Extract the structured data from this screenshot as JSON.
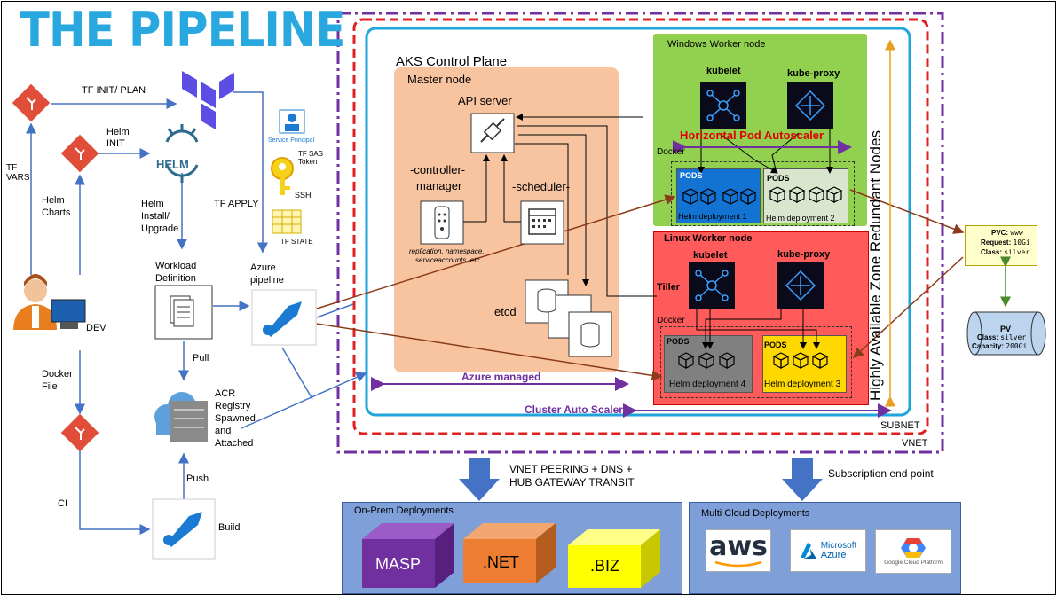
{
  "title": "THE PIPELINE",
  "left": {
    "tf_init_plan": "TF INIT/ PLAN",
    "helm_init": [
      "Helm",
      "INIT"
    ],
    "tf_vars": [
      "TF",
      "VARS"
    ],
    "helm_charts": [
      "Helm",
      "Charts"
    ],
    "helm_install": [
      "Helm",
      "Install/",
      "Upgrade"
    ],
    "tf_apply": "TF APPLY",
    "service_principal": "Service Principal",
    "tf_sas_token": [
      "TF SAS",
      "Token"
    ],
    "ssh": "SSH",
    "tf_state": "TF STATE",
    "workload_definition": [
      "Workload",
      "Definition"
    ],
    "azure_pipeline": [
      "Azure",
      "pipeline"
    ],
    "dev": "DEV",
    "pull": "Pull",
    "acr": [
      "ACR",
      "Registry",
      "Spawned",
      "and",
      "Attached"
    ],
    "docker_file": [
      "Docker",
      "File"
    ],
    "push": "Push",
    "ci": "CI",
    "build": "Build",
    "helm_logo": "HELM"
  },
  "aks": {
    "control_plane": "AKS Control Plane",
    "master_node": "Master node",
    "api_server": "API server",
    "controller_manager": [
      "-controller-",
      "manager"
    ],
    "scheduler": "-scheduler-",
    "etcd": "etcd",
    "etcd_note": [
      "replication, namespace,",
      "serviceaccounts, etc."
    ],
    "azure_managed": "Azure managed",
    "cluster_auto_scaler": "Cluster Auto Scaler",
    "subnet": "SUBNET",
    "vnet": "VNET",
    "ha_zone": "Highly  Available  Zone  Redundant Nodes"
  },
  "windows_node": {
    "title": "Windows Worker node",
    "kubelet": "kubelet",
    "kube_proxy": "kube-proxy",
    "hpa": "Horizontal Pod Autoscaler",
    "docker": "Docker",
    "pods_1": "PODS",
    "pods_2": "PODS",
    "deploy_1": "Helm deployment 1",
    "deploy_2": "Helm deployment 2"
  },
  "linux_node": {
    "title": "Linux Worker node",
    "kubelet": "kubelet",
    "kube_proxy": "kube-proxy",
    "tiller": "Tiller",
    "docker": "Docker",
    "pods_4": "PODS",
    "pods_3": "PODS",
    "deploy_4": "Helm deployment 4",
    "deploy_3": "Helm deployment 3"
  },
  "storage": {
    "pvc_label": "PVC:",
    "pvc_name": "www",
    "request_label": "Request:",
    "request_value": "10Gi",
    "class_label": "Class:",
    "class_value": "silver",
    "pv_label": "PV",
    "pv_class_label": "Class:",
    "pv_class_value": "silver",
    "capacity_label": "Capacity:",
    "capacity_value": "200Gi"
  },
  "bottom": {
    "vnet_peering": [
      "VNET PEERING +  DNS  +",
      "HUB GATEWAY TRANSIT"
    ],
    "subscription": "Subscription end point",
    "onprem_title": "On-Prem  Deployments",
    "multicloud_title": "Multi Cloud  Deployments",
    "masp": "MASP",
    "net": ".NET",
    "biz": ".BIZ",
    "aws": "aws",
    "azure": [
      "Microsoft",
      "Azure"
    ],
    "gcp": "Google Cloud Platform"
  },
  "colors": {
    "title_blue": "#29a8e0",
    "master_orange": "#f8c4a0",
    "windows_green": "#92d050",
    "linux_red": "#ff5b5b",
    "aks_border": "#1fa4dc",
    "vnet_border": "#7030a0",
    "subnet_border": "#e02020",
    "bottom_box": "#7f9fd8",
    "masp_purple": "#7030a0",
    "net_orange": "#ed7d31",
    "biz_yellow": "#ffff00",
    "arrow_blue": "#4472c4",
    "arrow_brown": "#8b3a1a"
  }
}
